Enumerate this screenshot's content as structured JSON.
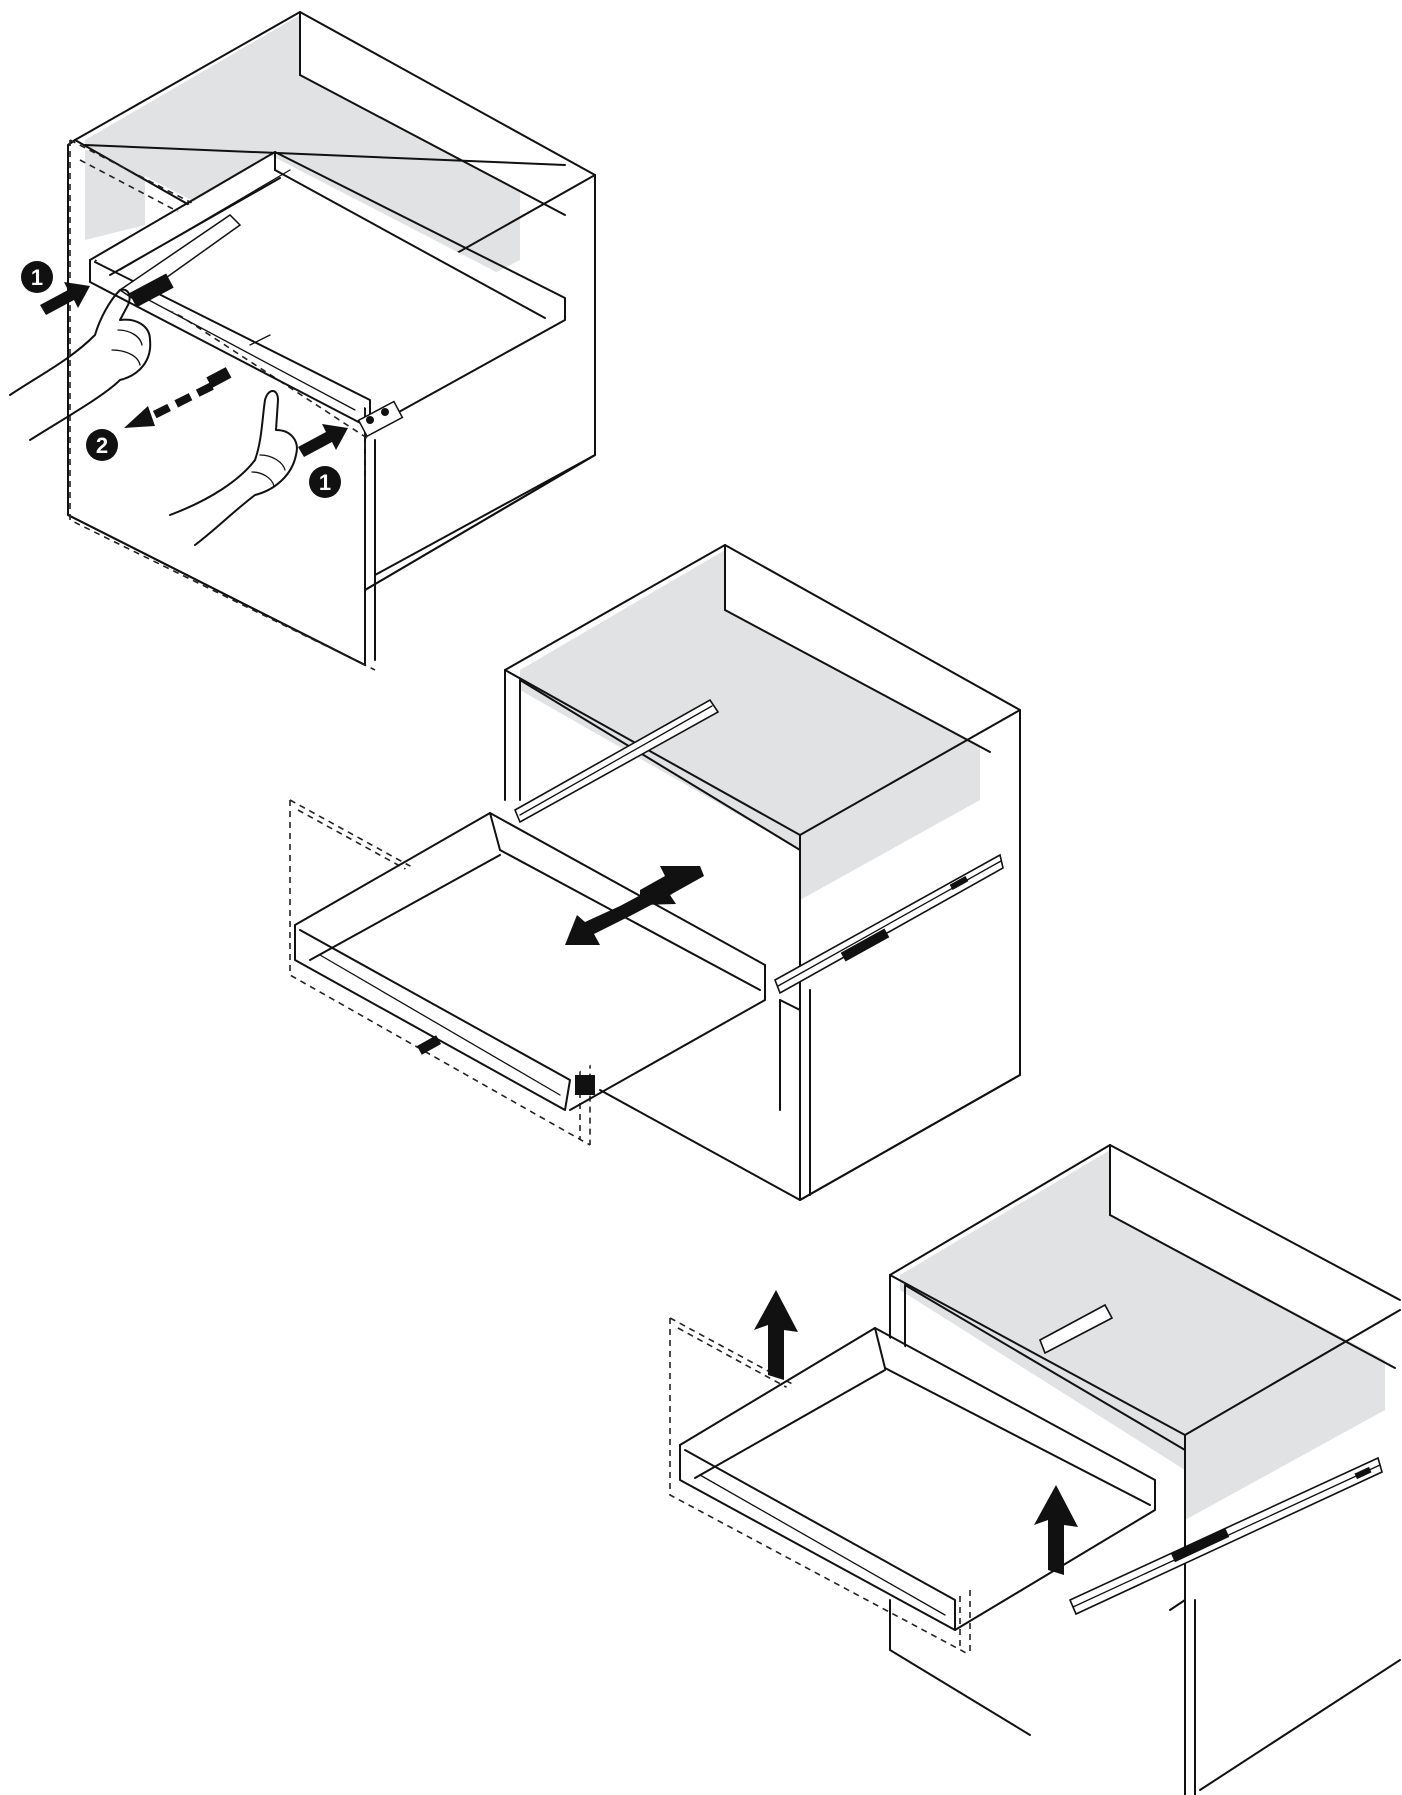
{
  "colors": {
    "line": "#111111",
    "interior_gray": "#e1e2e3",
    "background": "#ffffff"
  },
  "steps": [
    {
      "id": "step-1",
      "badges": [
        "1",
        "2",
        "1"
      ],
      "icons": [
        "hand-icon",
        "hand-icon",
        "arrow-icon",
        "dashed-arrow-icon"
      ]
    },
    {
      "id": "step-2",
      "icons": [
        "pull-out-arrow-icon"
      ]
    },
    {
      "id": "step-3",
      "icons": [
        "lift-up-arrow-icon",
        "lift-up-arrow-icon"
      ]
    }
  ]
}
